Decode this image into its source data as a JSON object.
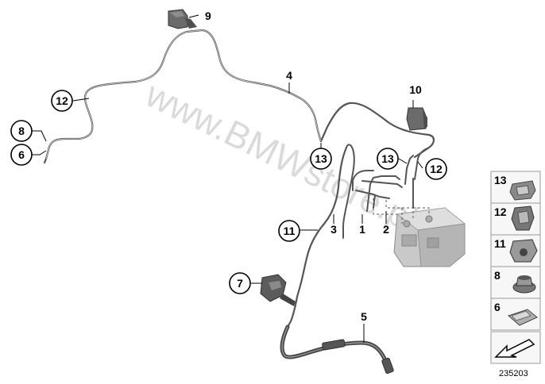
{
  "watermark": "www.BMWstore.pl",
  "diagram_id": "235203",
  "callouts": {
    "c1": "1",
    "c2": "2",
    "c3": "3",
    "c4": "4",
    "c5": "5",
    "c6": "6",
    "c7": "7",
    "c8": "8",
    "c9": "9",
    "c10": "10",
    "c11": "11",
    "c12a": "12",
    "c12b": "12",
    "c13a": "13",
    "c13b": "13"
  },
  "legend": [
    "13",
    "12",
    "11",
    "8",
    "6"
  ],
  "colors": {
    "line": "#555555",
    "part": "#6e6e6e",
    "legend_border": "#9a9a9a",
    "legend_bg": "#f4f4f4"
  }
}
